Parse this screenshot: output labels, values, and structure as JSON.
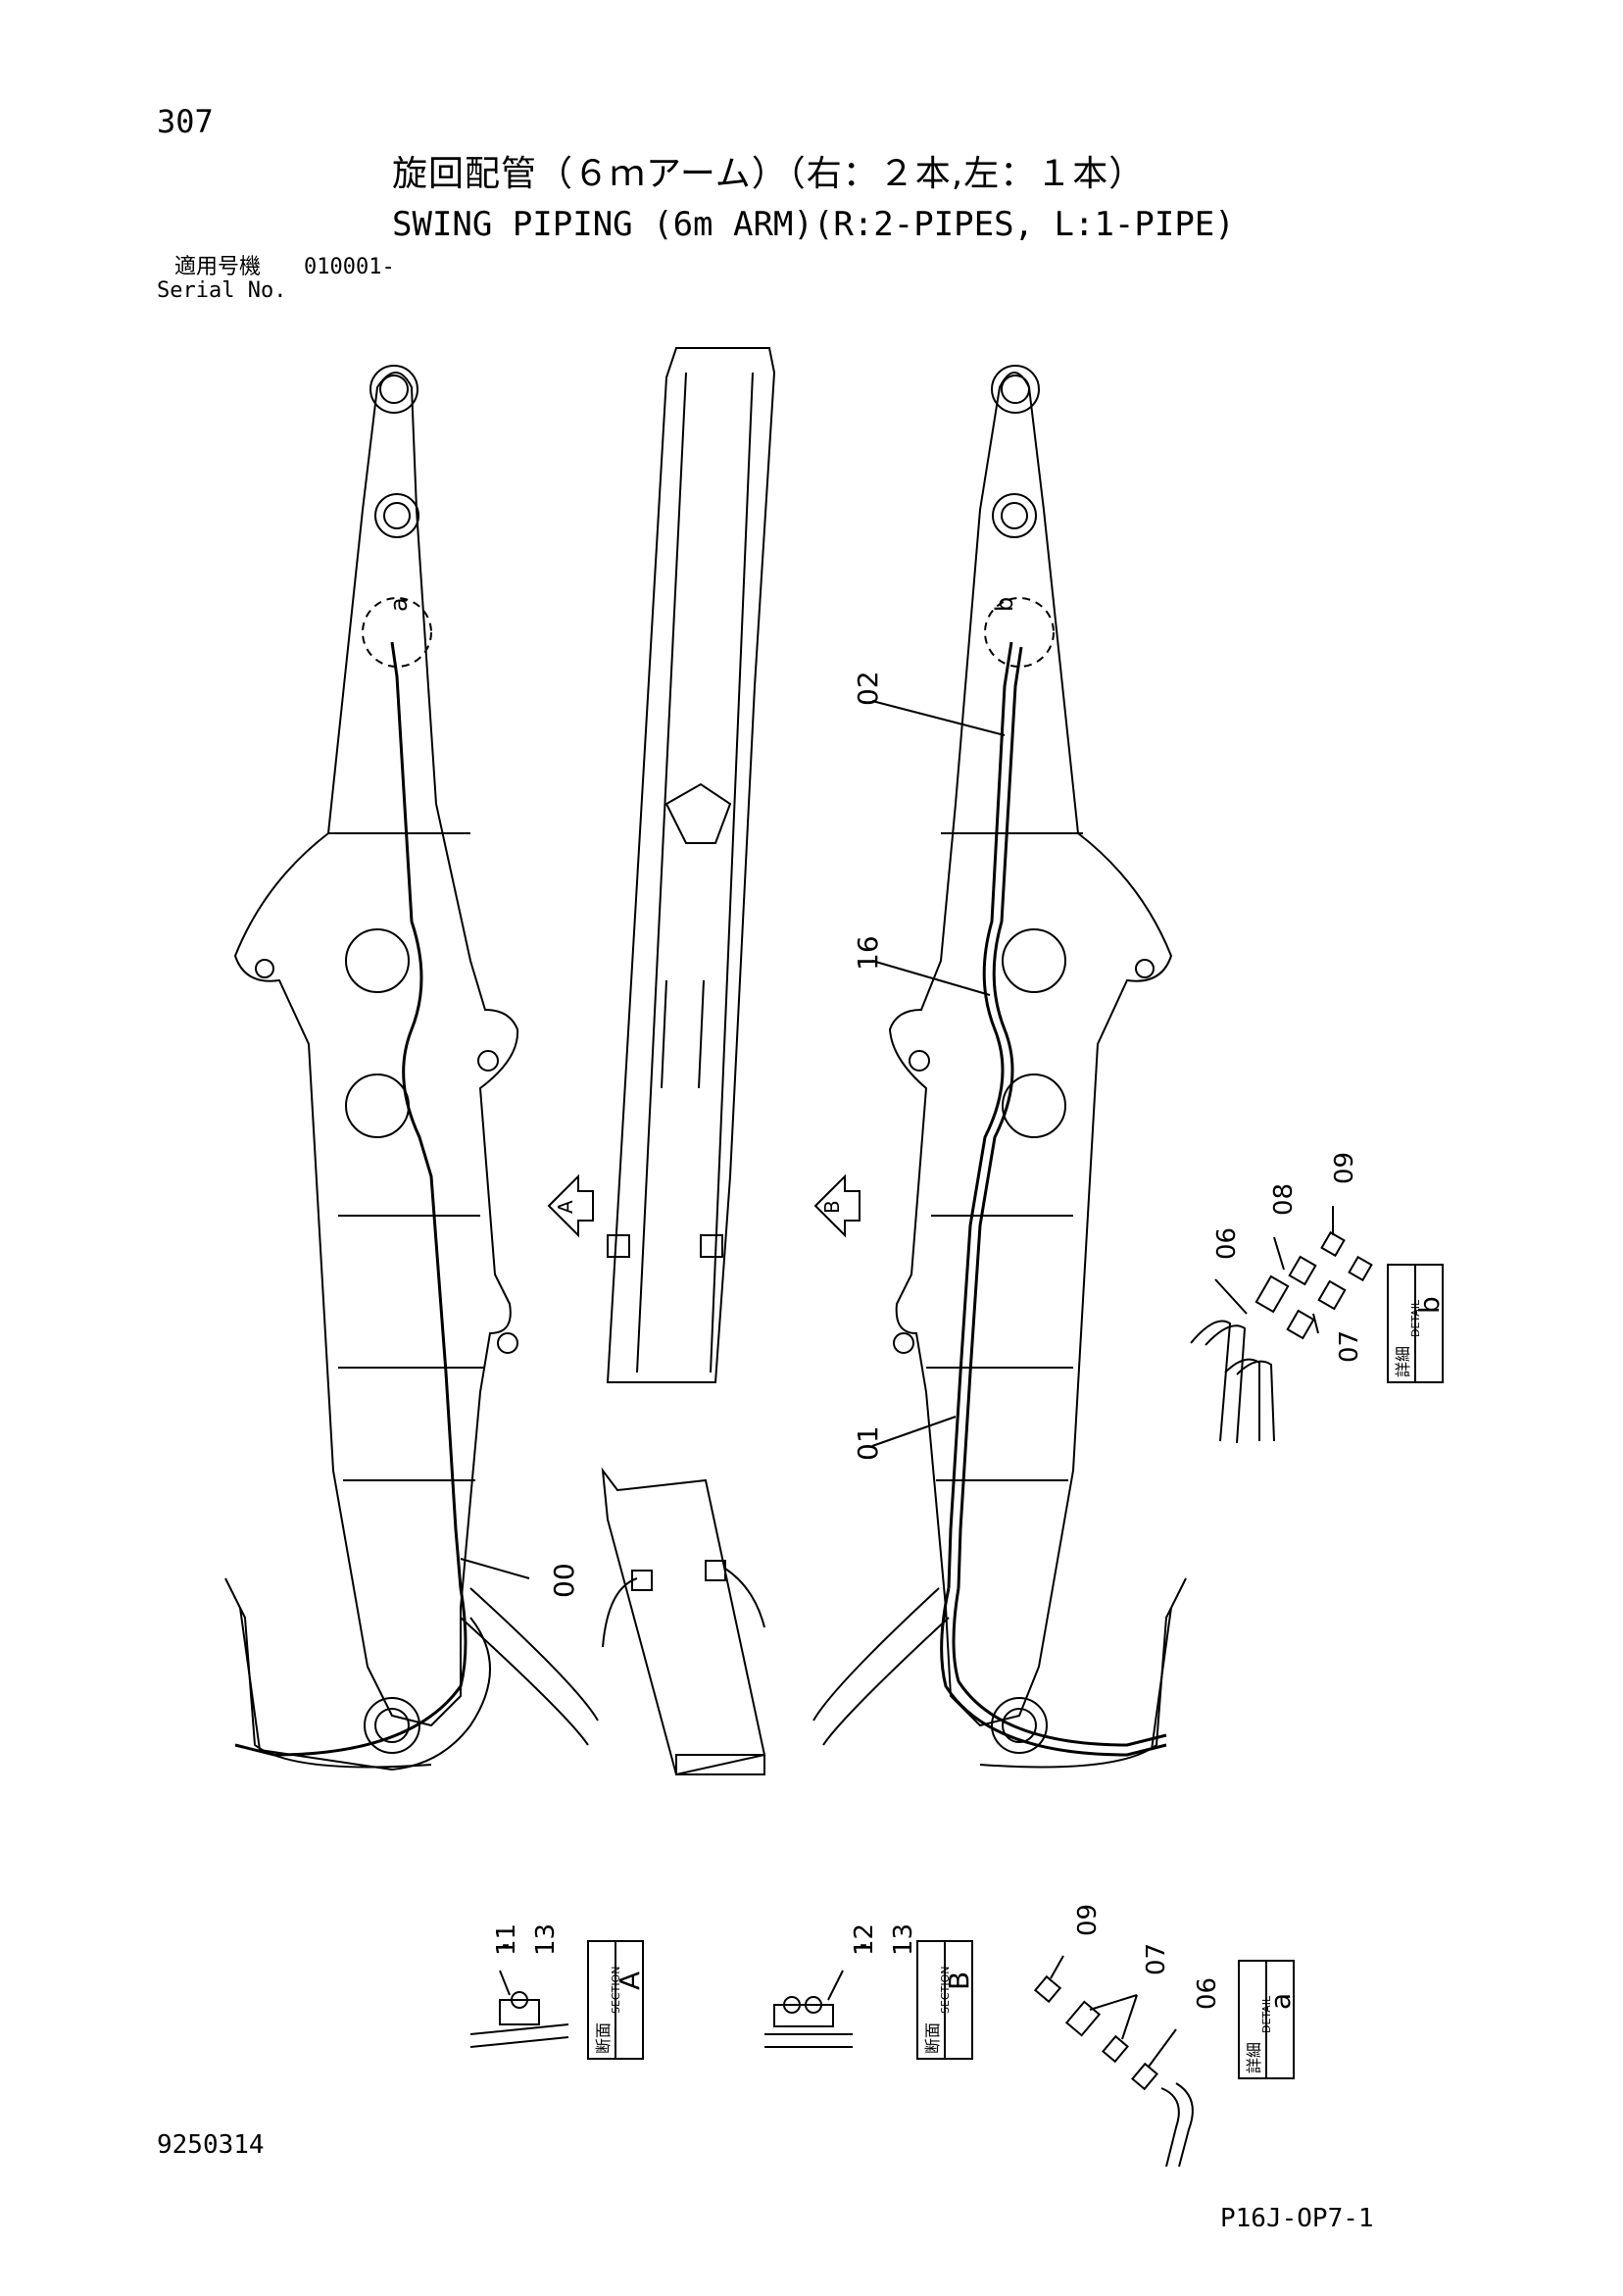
{
  "page_number": "307",
  "title_jp": "旋回配管（６ｍアーム）（右：２本,左：１本）",
  "title_en": "SWING PIPING (6m ARM)(R:2-PIPES, L:1-PIPE)",
  "serial": {
    "label_jp": "適用号機",
    "value": "010001-",
    "label_en": "Serial No."
  },
  "doc_number": "9250314",
  "ref_code": "P16J-OP7-1",
  "callouts": {
    "a": "a",
    "b": "b",
    "view_a": "A",
    "view_b": "B",
    "p00": "00",
    "p01": "01",
    "p02": "02",
    "p16": "16",
    "p06": "06",
    "p07": "07",
    "p08": "08",
    "p09": "09",
    "p11": "11",
    "p12": "12",
    "p13": "13",
    "dash": "-"
  },
  "detail_boxes": {
    "detail_b": {
      "letter": "b",
      "jp": "詳細",
      "en": "DETAIL"
    },
    "detail_a": {
      "letter": "a",
      "jp": "詳細",
      "en": "DETAIL"
    },
    "section_a": {
      "letter": "A",
      "jp": "断面",
      "en": "SECTION"
    },
    "section_b": {
      "letter": "B",
      "jp": "断面",
      "en": "SECTION"
    }
  }
}
